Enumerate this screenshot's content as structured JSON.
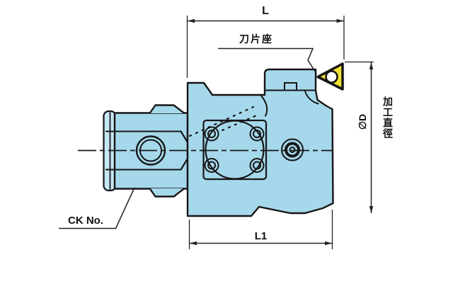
{
  "drawing": {
    "dimensions": {
      "length_top": "L",
      "length_bottom": "L1",
      "diameter": "∅D"
    },
    "labels": {
      "insert_seat": "刀片座",
      "machining_diameter": "加工直徑",
      "part_number": "CK No."
    },
    "colors": {
      "background": "#ffffff",
      "body_fill": "#a6d8eb",
      "body_fill_light": "#c6e7f3",
      "outline": "#161616",
      "insert_fill": "#f0e232",
      "dim_color": "#222222"
    }
  }
}
